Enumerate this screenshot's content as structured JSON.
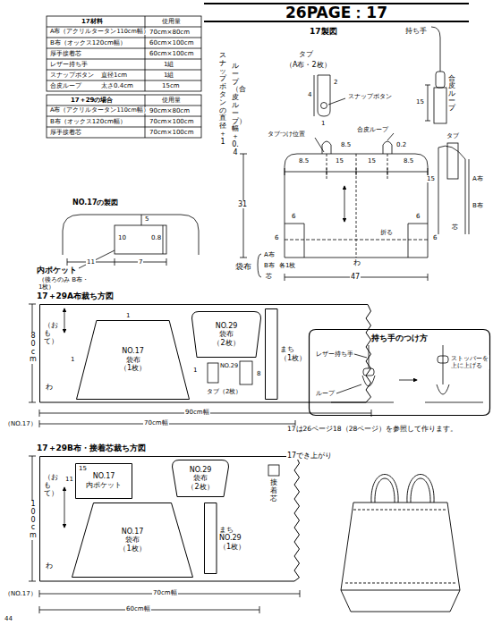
{
  "diagram": {
    "title": "26PAGE：17",
    "nodes": [
      {
        "text": [
          "（おもて）"
        ]
      },
      {
        "text": [
          "NO.17",
          "袋布",
          "（1枚）"
        ],
        "in": 0
      },
      {
        "text": [
          "NO.29",
          "袋布",
          "（2枚）"
        ],
        "in": 0
      },
      {
        "text": [
          "まち",
          "（1枚）"
        ],
        "in": 0
      },
      {
        "text": [
          "（おもて）"
        ]
      },
      {
        "text": [
          "NO.17",
          "内ポケット"
        ],
        "in": 4
      },
      {
        "text": [
          "NO.29",
          "袋布",
          "（2枚）"
        ],
        "in": 4
      },
      {
        "text": [
          "まち",
          "NO.29",
          "（1枚）"
        ],
        "in": 4
      },
      {
        "text": [
          "NO.17",
          "袋布",
          "（1枚）"
        ],
        "in": 4
      },
      {
        "text": [
          "持ち手のつけ方"
        ]
      }
    ],
    "labels": [
      "17材料",
      "使用量",
      "A布（アクリルタータン110cm幅）",
      "70cm×80cm",
      "B布（オックス120cm幅）",
      "60cm×100cm",
      "厚手接着芯",
      "60cm×100cm",
      "レザー持ち手",
      "1組",
      "スナップボタン",
      "直径1cm",
      "1組",
      "合皮ループ",
      "太さ0.4cm",
      "15cm",
      "17＋29の場合",
      "使用量",
      "A布（アクリルタータン110cm幅）",
      "90cm×80cm",
      "B布（オックス120cm幅）",
      "70cm×100cm",
      "厚手接着芯",
      "70cm×100cm",
      "NO.17の製図",
      "5",
      "10",
      "0.8",
      "11",
      "7",
      "内ポケット",
      "（後ろのみ B布・1枚）",
      "スナップボタンの直径＋1",
      "ループ（合皮ループ）幅＋0.4",
      "17製図",
      "タブ",
      "（A布・2枚）",
      "スナップボタン",
      "4",
      "2",
      "1",
      "持ち手",
      "合皮ループ",
      "15",
      "合皮ループ",
      "タブつけ位置",
      "8.5",
      "0.2",
      "8.5",
      "15",
      "15",
      "8.5",
      "31",
      "6",
      "6",
      "6",
      "6",
      "折る",
      "わ",
      "47",
      "袋布",
      "A布",
      "B布",
      "芯",
      "各1枚",
      "タブ",
      "15",
      "A布",
      "B布",
      "芯",
      "17＋29A布裁ち方図",
      "80cm",
      "わ",
      "1",
      "1",
      "1",
      "NO.29",
      "タブ（2枚）",
      "8",
      "90cm幅",
      "（NO.17）",
      "70cm幅",
      "17＋29B布・接着芯裁ち方図",
      "100cm",
      "わ",
      "15",
      "11",
      "70cm幅",
      "（NO.17）",
      "60cm幅",
      "44",
      "レザー持ち手",
      "ループ",
      "ストッパーを上に上げる",
      "17は26ページ18（28ページ）を参照して作ります。",
      "17でき上がり"
    ],
    "legend": [
      {
        "text": "接着芯"
      }
    ]
  }
}
